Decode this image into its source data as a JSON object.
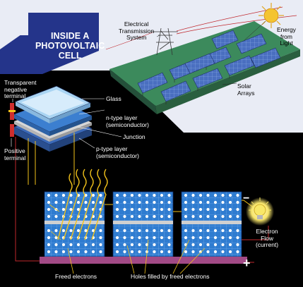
{
  "title": "INSIDE A\nPHOTOVOLTAIC\nCELL",
  "labels": {
    "electrical_transmission": "Electrical\nTransmission\nSystem",
    "energy_from_light": "Energy\nfrom\nLight",
    "solar_arrays": "Solar\nArrays",
    "transparent_negative_terminal": "Transparent\nnegative\nterminal",
    "glass": "Glass",
    "n_type_layer": "n-type layer\n(semiconductor)",
    "junction": "Junction",
    "p_type_layer": "p-type layer\n(semiconductor)",
    "positive_terminal": "Positive\nterminal",
    "freed_electrons": "Freed electrons",
    "holes_filled": "Holes filled by freed electrons",
    "electron_flow": "Electron\nFlow\n(current)",
    "minus_sign": "−",
    "plus_sign": "+"
  },
  "colors": {
    "background": "#000000",
    "sky": "#e9ecf5",
    "title_panel": "#24348a",
    "ground": "#2f6f4a",
    "ground_top": "#3c8a5c",
    "panel_blue": "#3a5fb0",
    "cell_blue": "#3d7ecf",
    "junction_strip": "#c9c9c9",
    "base_magenta": "#a24a86",
    "wire_yellow": "#f2c21a",
    "wire_red": "#c0272d",
    "sun": "#f4c431",
    "bulb": "#f8e868"
  },
  "icons": [
    "sun-icon",
    "transmission-tower-icon",
    "light-bulb-icon"
  ]
}
